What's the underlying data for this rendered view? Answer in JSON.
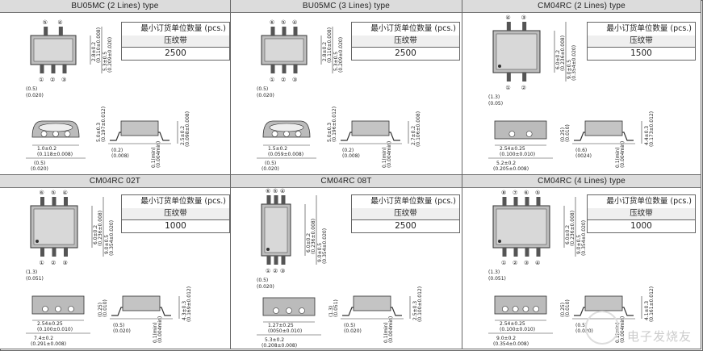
{
  "table_label": {
    "line1": "最小订货单位数量 (pcs.)",
    "line2": "压纹带"
  },
  "cells": [
    {
      "title": "BU05MC (2 Lines) type",
      "quantity": "2500",
      "pins_top": [
        "⑤",
        "④"
      ],
      "pins_bottom": [
        "①",
        "②",
        "③"
      ],
      "dims": [
        "2.8±0.2",
        "(0.110±0.008)",
        "5.3±0.5",
        "(0.209±0.020)",
        "(0.5)",
        "(0.020)",
        "1.0±0.2",
        "(0.118±0.008)",
        "5.0±0.3",
        "(0.197±0.012)",
        "(0.2)",
        "(0.008)",
        "(0.5)",
        "(0.020)",
        "0.1(min)",
        "(0.004min)",
        "2.5±0.2",
        "(0.098±0.008)"
      ]
    },
    {
      "title": "BU05MC (3 Lines) type",
      "quantity": "2500",
      "pins_top": [
        "⑥",
        "⑤",
        "④"
      ],
      "pins_bottom": [
        "①",
        "②",
        "③"
      ],
      "dims": [
        "2.8±0.2",
        "(0.110±0.008)",
        "5.3±0.5",
        "(0.209±0.020)",
        "(0.5)",
        "(0.020)",
        "1.5±0.2",
        "(0.059±0.008)",
        "5.0±0.3",
        "(0.196±0.012)",
        "(0.2)",
        "(0.008)",
        "(0.5)",
        "(0.020)",
        "0.1(min)",
        "(0.004min)",
        "2.7±0.2",
        "(0.106±0.008)"
      ]
    },
    {
      "title": "CM04RC (2 Lines) type",
      "quantity": "1500",
      "pins_top": [
        "④",
        "③"
      ],
      "pins_bottom": [
        "①",
        "②"
      ],
      "dims": [
        "6.0±0.2",
        "(0.236±0.008)",
        "9.0±0.5",
        "(0.354±0.020)",
        "(1.3)",
        "(0.05)",
        "2.54±0.25",
        "(0.100±0.010)",
        "(0.25)",
        "(0.010)",
        "(0.6)",
        "(0024)",
        "5.2±0.2",
        "(0.205±0.008)",
        "0.1(min)",
        "(0.004min)",
        "4.4±0.3",
        "(0.173±0.012)"
      ]
    },
    {
      "title": "CM04RC 02T",
      "quantity": "1000",
      "pins_top": [
        "⑥",
        "⑤",
        "④"
      ],
      "pins_bottom": [
        "①",
        "②",
        "③"
      ],
      "dims": [
        "6.0±0.2",
        "(0.236±0.008)",
        "9.0±0.5",
        "(0.354±0.020)",
        "(1.3)",
        "(0.051)",
        "2.54±0.25",
        "(0.100±0.010)",
        "(0.25)",
        "(0.010)",
        "(0.5)",
        "(0.020)",
        "7.4±0.2",
        "(0.291±0.008)",
        "0.1(min)",
        "(0.004min)",
        "4.3±0.3",
        "(0.169±0.012)"
      ]
    },
    {
      "title": "CM04RC 08T",
      "quantity": "2500",
      "pins_top": [
        "⑥",
        "⑤",
        "④"
      ],
      "pins_bottom": [
        "①",
        "②",
        "③"
      ],
      "dims": [
        "6.0±0.2",
        "(0.236±0.008)",
        "9.0±0.5",
        "(0.354±0.020)",
        "(0.5)",
        "(0.020)",
        "1.27±0.25",
        "(0050±0.010)",
        "(1.3)",
        "(0.051)",
        "(0.5)",
        "(0.020)",
        "5.3±0.2",
        "(0.208±0.008)",
        "0.1(min)",
        "(0.004min)",
        "2.5±0.3",
        "(0.100±0.012)"
      ]
    },
    {
      "title": "CM04RC (4 Lines) type",
      "quantity": "1000",
      "pins_top": [
        "⑧",
        "⑦",
        "⑥",
        "⑤"
      ],
      "pins_bottom": [
        "①",
        "②",
        "③",
        "④"
      ],
      "dims": [
        "6.0±0.2",
        "(0.236±0.008)",
        "9.0±0.5",
        "(0.354±0.020)",
        "(1.3)",
        "(0.051)",
        "2.54±0.25",
        "(0.100±0.010)",
        "(0.25)",
        "(0.010)",
        "(0.5)",
        "(0.020)",
        "9.0±0.2",
        "(0.354±0.008)",
        "0.1(min)",
        "(0.004min)",
        "4.1±0.3",
        "(0.161±0.012)"
      ]
    }
  ],
  "watermark": "电子发烧友"
}
